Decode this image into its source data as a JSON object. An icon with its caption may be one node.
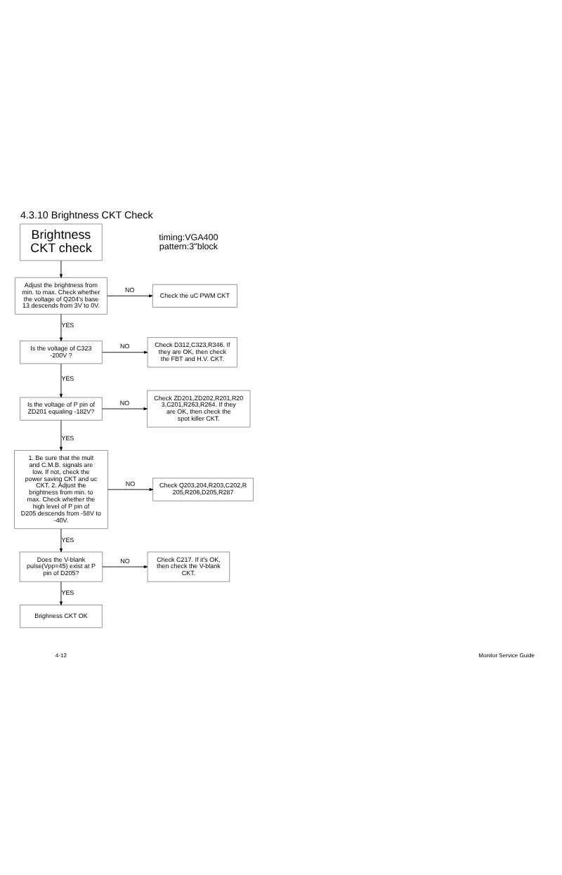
{
  "diagram": {
    "title": "4.3.10 Brightness CKT Check",
    "nodes": [
      {
        "text": [
          "Brightness CKT check"
        ]
      },
      {
        "text": [
          "Adjust the brightness from min. to max. Check whether the voltage of Q204's base 13 descends from 3V to 0V."
        ]
      },
      {
        "text": [
          "Check the uC PWM CKT"
        ]
      },
      {
        "text": [
          "Is the voltage of C323 -200V ?"
        ]
      },
      {
        "text": [
          "Check D312,C323,R346. If they are OK, then check the FBT and H.V. CKT."
        ]
      },
      {
        "text": [
          "Is the voltage of P pin of ZD201 equaling -182V?"
        ]
      },
      {
        "text": [
          "Check ZD201,ZD202,R201,R203,C201,R263,R264. If they are OK, then check the spot killer CKT."
        ]
      },
      {
        "text": [
          "1. Be sure that the mult and C.M.B. signals are low. If not, check the power saving CKT and uc CKT. 2. Adjust the brightness from min. to max. Check whether the high level of P pin of D205 descends from -58V to -40V."
        ]
      },
      {
        "text": [
          "Check Q203,204,R203,C202,R205,R206,D205,R287"
        ]
      },
      {
        "text": [
          "Does the V-blank pulse(Vpp=45) exist at P pin of D205?"
        ]
      },
      {
        "text": [
          "Check C217. If it's OK, then check the V-blank CKT."
        ]
      },
      {
        "text": [
          "Brighness CKT OK"
        ]
      }
    ],
    "edges": [
      {
        "from": 0,
        "to": 1,
        "arrow": "to"
      },
      {
        "from": 1,
        "to": 2,
        "arrow": "to",
        "label": "NO"
      },
      {
        "from": 1,
        "to": 3,
        "arrow": "to",
        "label": "YES"
      },
      {
        "from": 3,
        "to": 4,
        "arrow": "to",
        "label": "NO"
      },
      {
        "from": 3,
        "to": 5,
        "arrow": "to",
        "label": "YES"
      },
      {
        "from": 5,
        "to": 6,
        "arrow": "to",
        "label": "NO"
      },
      {
        "from": 5,
        "to": 7,
        "arrow": "to",
        "label": "YES"
      },
      {
        "from": 7,
        "to": 8,
        "arrow": "to",
        "label": "NO"
      },
      {
        "from": 7,
        "to": 9,
        "arrow": "to",
        "label": "YES"
      },
      {
        "from": 9,
        "to": 10,
        "arrow": "to",
        "label": "NO"
      },
      {
        "from": 9,
        "to": 11,
        "arrow": "to",
        "label": "YES"
      }
    ],
    "labels": [
      "timing:VGA400 pattern:3\"block",
      "4-12",
      "Monitor Service Guide"
    ]
  }
}
